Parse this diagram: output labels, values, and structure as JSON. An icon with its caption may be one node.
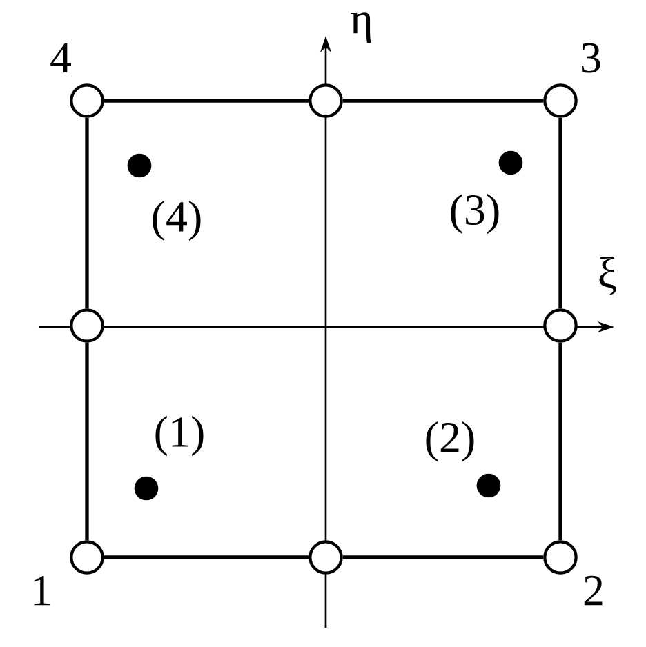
{
  "diagram": {
    "nodes": [
      {
        "text": [],
        "shape": "circle",
        "beside": [
          "4"
        ]
      },
      {
        "text": [],
        "shape": "circle"
      },
      {
        "text": [],
        "shape": "circle",
        "beside": [
          "3"
        ]
      },
      {
        "text": [],
        "shape": "dot",
        "beside": [
          "(4)"
        ]
      },
      {
        "text": [],
        "shape": "dot",
        "beside": [
          "(3)"
        ]
      },
      {
        "text": [],
        "shape": "circle"
      },
      {
        "text": [],
        "shape": "circle"
      },
      {
        "text": [],
        "shape": "dot",
        "beside": [
          "(1)"
        ]
      },
      {
        "text": [],
        "shape": "dot",
        "beside": [
          "(2)"
        ]
      },
      {
        "text": [],
        "shape": "circle",
        "beside": [
          "1"
        ]
      },
      {
        "text": [],
        "shape": "circle"
      },
      {
        "text": [],
        "shape": "circle",
        "beside": [
          "2"
        ]
      }
    ],
    "edges": [
      {
        "from": 0,
        "to": 1,
        "arrow": "none"
      },
      {
        "from": 1,
        "to": 2,
        "arrow": "none"
      },
      {
        "from": 2,
        "to": 6,
        "arrow": "none"
      },
      {
        "from": 6,
        "to": 11,
        "arrow": "none"
      },
      {
        "from": 11,
        "to": 10,
        "arrow": "none"
      },
      {
        "from": 10,
        "to": 9,
        "arrow": "none"
      },
      {
        "from": 9,
        "to": 5,
        "arrow": "none"
      },
      {
        "from": 5,
        "to": 0,
        "arrow": "none"
      }
    ],
    "labels": [
      "η",
      "ξ"
    ]
  }
}
